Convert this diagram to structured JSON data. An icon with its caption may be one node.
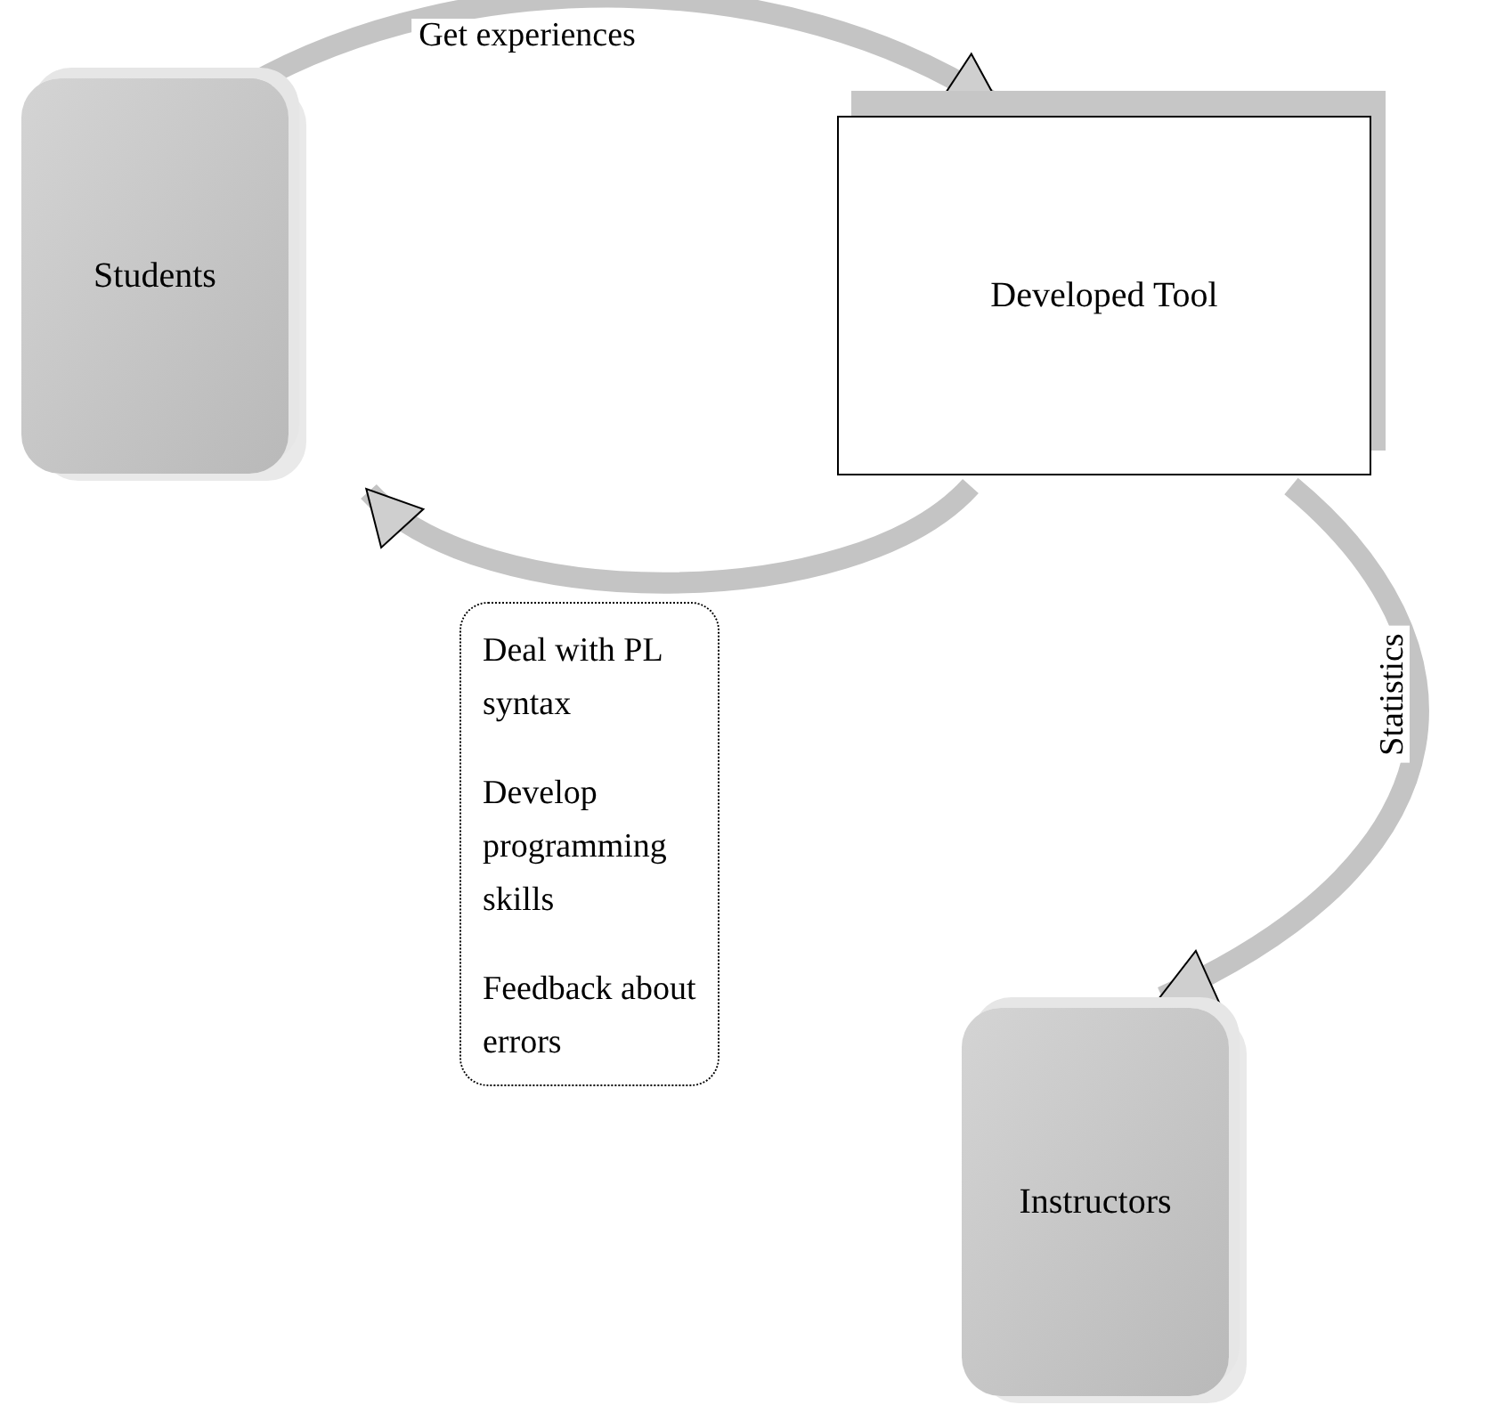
{
  "diagram": {
    "nodes": [
      {
        "text": [
          "Students"
        ]
      },
      {
        "text": [
          "Developed Tool"
        ]
      },
      {
        "text": [
          "Deal with PL syntax",
          "Develop programming skills",
          "Feedback about errors"
        ]
      },
      {
        "text": [
          "Instructors"
        ]
      }
    ],
    "edges": [
      {
        "from": 0,
        "to": 1,
        "arrow": "to",
        "label": "Get experiences"
      },
      {
        "from": 1,
        "to": 0,
        "arrow": "to"
      },
      {
        "from": 1,
        "to": 3,
        "arrow": "to",
        "label": "Statistics"
      }
    ]
  }
}
